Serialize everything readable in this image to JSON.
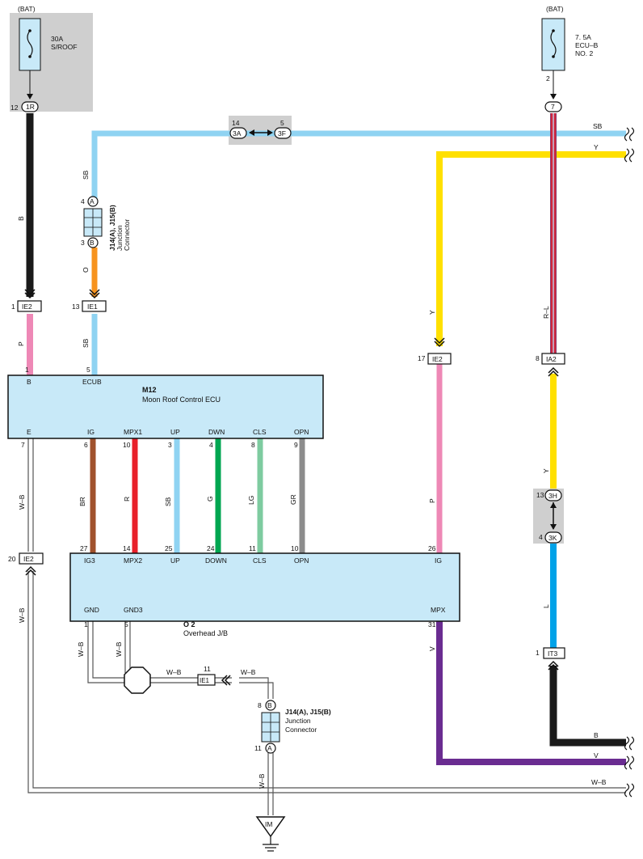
{
  "power": {
    "left": {
      "source": "(BAT)",
      "rating": "30A",
      "name": "S/ROOF",
      "pin": "12",
      "conn": "1R"
    },
    "right": {
      "source": "(BAT)",
      "rating": "7. 5A",
      "name1": "ECU–B",
      "name2": "NO. 2",
      "pin_top": "2",
      "conn": "7"
    }
  },
  "colors": {
    "black": "#1a1a1a",
    "pink": "#ee88b6",
    "sky_blue": "#8fd3f2",
    "orange": "#f7931e",
    "yellow": "#ffe000",
    "brown": "#a0522d",
    "red": "#e8202a",
    "green": "#00a651",
    "light_green": "#7ecba0",
    "gray": "#8c8c8c",
    "blue": "#00a2e8",
    "violet": "#6a2c91",
    "box_fill": "#c8e9f8",
    "shade": "#cfcfcf"
  },
  "wires": {
    "B": "B",
    "P": "P",
    "SB": "SB",
    "O": "O",
    "Y": "Y",
    "RL": "R–L",
    "WB": "W–B",
    "BR": "BR",
    "R": "R",
    "G": "G",
    "LG": "LG",
    "GR": "GR",
    "L": "L",
    "V": "V"
  },
  "splice_top": {
    "pin_l": "14",
    "conn_l": "3A",
    "pin_r": "5",
    "conn_r": "3F"
  },
  "splice_right": {
    "pin_t": "13",
    "conn_t": "3H",
    "pin_b": "4",
    "conn_b": "3K"
  },
  "junction_top": {
    "id": "J14(A), J15(B)",
    "desc1": "Junction",
    "desc2": "Connector",
    "pin_a": "4",
    "conn_a": "A",
    "pin_b": "3",
    "conn_b": "B"
  },
  "junction_bottom": {
    "id": "J14(A), J15(B)",
    "desc1": "Junction",
    "desc2": "Connector",
    "pin_b": "8",
    "conn_b": "B",
    "pin_a": "11",
    "conn_a": "A"
  },
  "inline": {
    "ie2_top": {
      "pin": "1",
      "label": "IE2"
    },
    "ie1_top": {
      "pin": "13",
      "label": "IE1"
    },
    "ie2_mid": {
      "pin": "17",
      "label": "IE2"
    },
    "ia2": {
      "pin": "8",
      "label": "IA2"
    },
    "ie2_left": {
      "pin": "20",
      "label": "IE2"
    },
    "ie1_bot": {
      "pin": "11",
      "label": "IE1"
    },
    "it3": {
      "pin": "1",
      "label": "IT3"
    }
  },
  "ecu": {
    "id": "M12",
    "name": "Moon Roof Control ECU",
    "top_pins": [
      {
        "pin": "1",
        "label": "B"
      },
      {
        "pin": "5",
        "label": "ECUB"
      }
    ],
    "bottom_pins": [
      {
        "pin": "7",
        "label": "E"
      },
      {
        "pin": "6",
        "label": "IG"
      },
      {
        "pin": "10",
        "label": "MPX1"
      },
      {
        "pin": "3",
        "label": "UP"
      },
      {
        "pin": "4",
        "label": "DWN"
      },
      {
        "pin": "8",
        "label": "CLS"
      },
      {
        "pin": "9",
        "label": "OPN"
      }
    ]
  },
  "jb": {
    "id": "O 2",
    "name": "Overhead J/B",
    "top_pins": [
      {
        "pin": "27",
        "label": "IG3"
      },
      {
        "pin": "14",
        "label": "MPX2"
      },
      {
        "pin": "25",
        "label": "UP"
      },
      {
        "pin": "24",
        "label": "DOWN"
      },
      {
        "pin": "11",
        "label": "CLS"
      },
      {
        "pin": "10",
        "label": "OPN"
      },
      {
        "pin": "26",
        "label": "IG"
      }
    ],
    "bottom_pins": [
      {
        "pin": "1",
        "label": "GND"
      },
      {
        "pin": "5",
        "label": "GND3"
      },
      {
        "pin": "31",
        "label": "MPX"
      }
    ]
  },
  "ground": {
    "label": "IM"
  }
}
